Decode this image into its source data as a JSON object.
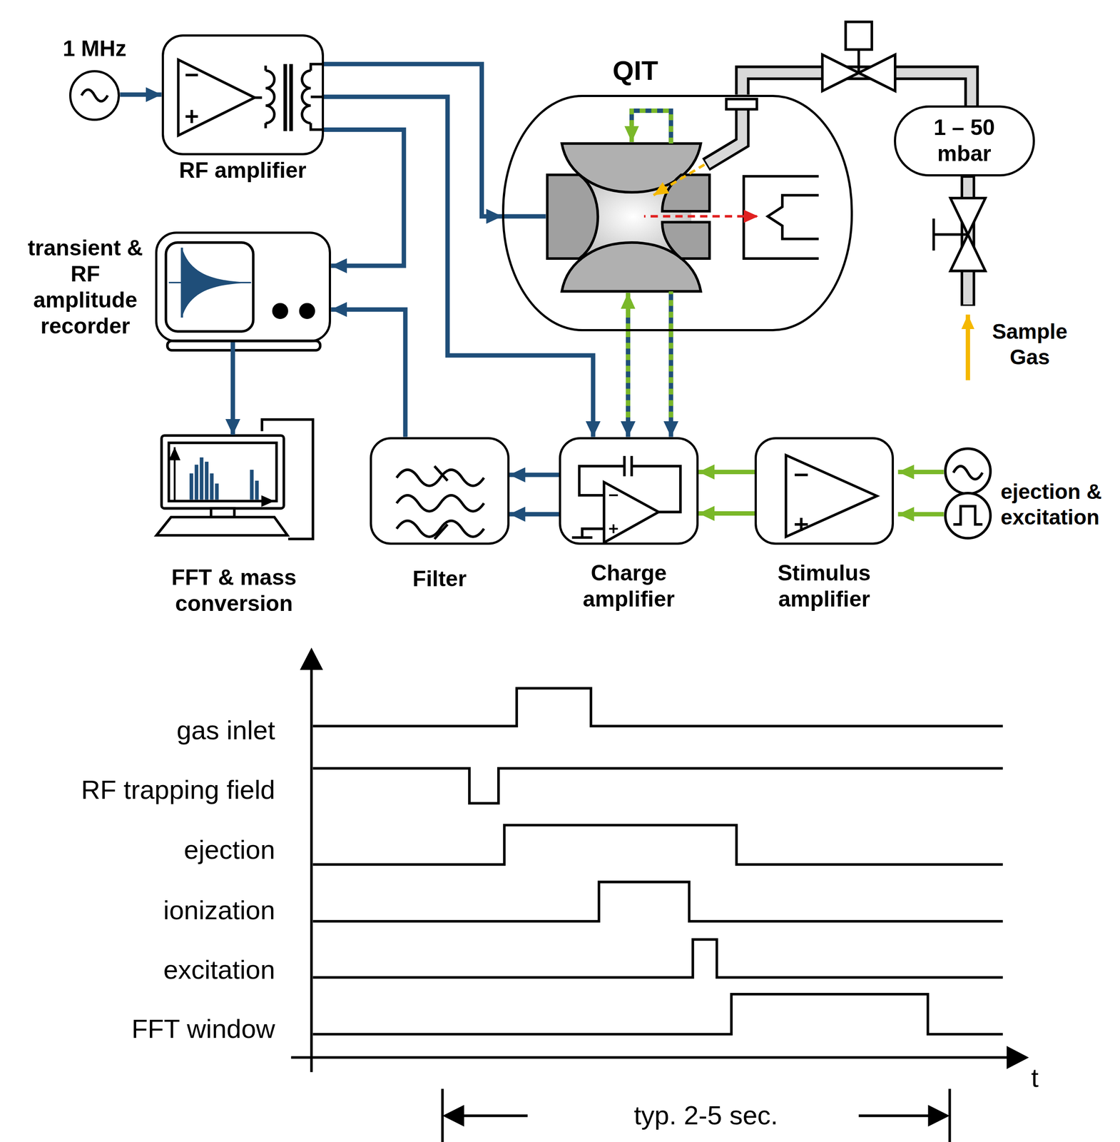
{
  "diagram": {
    "nodes": [
      {
        "text": [
          "1 MHz"
        ]
      },
      {
        "text": [
          "RF amplifier"
        ]
      },
      {
        "text": [
          "transient & RF amplitude recorder"
        ]
      },
      {
        "text": [
          "FFT & mass conversion"
        ]
      },
      {
        "text": [
          "Filter"
        ]
      },
      {
        "text": [
          "Charge amplifier"
        ]
      },
      {
        "text": [
          "Stimulus amplifier"
        ]
      },
      {
        "text": [
          "QIT"
        ]
      },
      {
        "text": [
          "1 – 50 mbar"
        ]
      }
    ],
    "edges": [
      {
        "from": 0,
        "to": 1,
        "arrow": "to"
      },
      {
        "from": 1,
        "to": 7,
        "arrow": "to"
      },
      {
        "from": 1,
        "to": 2,
        "arrow": "to"
      },
      {
        "from": 1,
        "to": 5,
        "arrow": "to"
      },
      {
        "from": 2,
        "to": 3,
        "arrow": "to"
      },
      {
        "from": 4,
        "to": 2,
        "arrow": "to"
      },
      {
        "from": 5,
        "to": 4,
        "arrow": "to"
      },
      {
        "from": 5,
        "to": 4,
        "arrow": "to"
      },
      {
        "from": 6,
        "to": 5,
        "arrow": "to"
      },
      {
        "from": 6,
        "to": 5,
        "arrow": "to"
      },
      {
        "from": 7,
        "to": 5,
        "arrow": "to"
      },
      {
        "from": 7,
        "to": 5,
        "arrow": "to"
      },
      {
        "from": 8,
        "to": 7,
        "arrow": "none"
      }
    ],
    "labels": [
      "Sample Gas",
      "ejection & excitation",
      "gas inlet",
      "RF trapping field",
      "ejection",
      "ionization",
      "excitation",
      "FFT window",
      "t",
      "typ. 2-5 sec."
    ]
  }
}
